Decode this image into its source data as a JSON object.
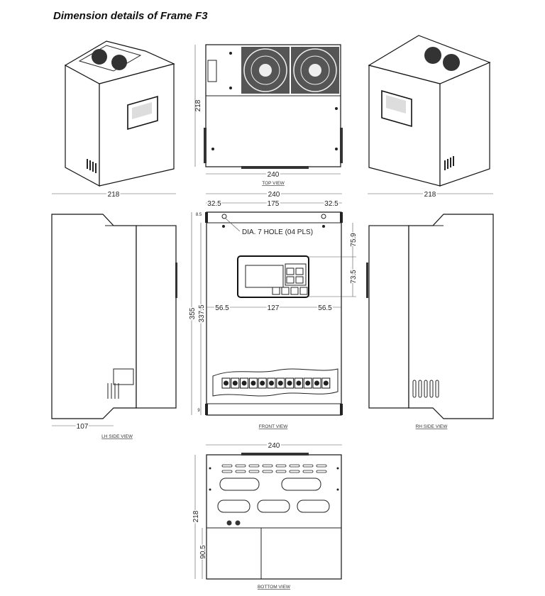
{
  "title": "Dimension details of Frame F3",
  "views": {
    "top": {
      "label": "TOP VIEW",
      "width": "240",
      "depth": "218"
    },
    "lh_side": {
      "label": "LH SIDE VIEW",
      "depth": "218",
      "offset": "107"
    },
    "front": {
      "label": "FRONT VIEW",
      "width": "240",
      "hole_spacing": "175",
      "hole_edge_left": "32.5",
      "hole_edge_right": "32.5",
      "hole_note": "DIA. 7 HOLE (04 PLS)",
      "height_total": "355",
      "height_inner": "337.5",
      "top_offset": "8.5",
      "bottom_offset": "9",
      "display_top": "75.9",
      "display_height": "73.5",
      "display_left": "56.5",
      "display_width": "127",
      "display_right": "56.5"
    },
    "rh_side": {
      "label": "RH SIDE VIEW",
      "depth": "218"
    },
    "bottom": {
      "label": "BOTTOM VIEW",
      "width": "240",
      "depth": "218",
      "section": "90.5"
    }
  }
}
